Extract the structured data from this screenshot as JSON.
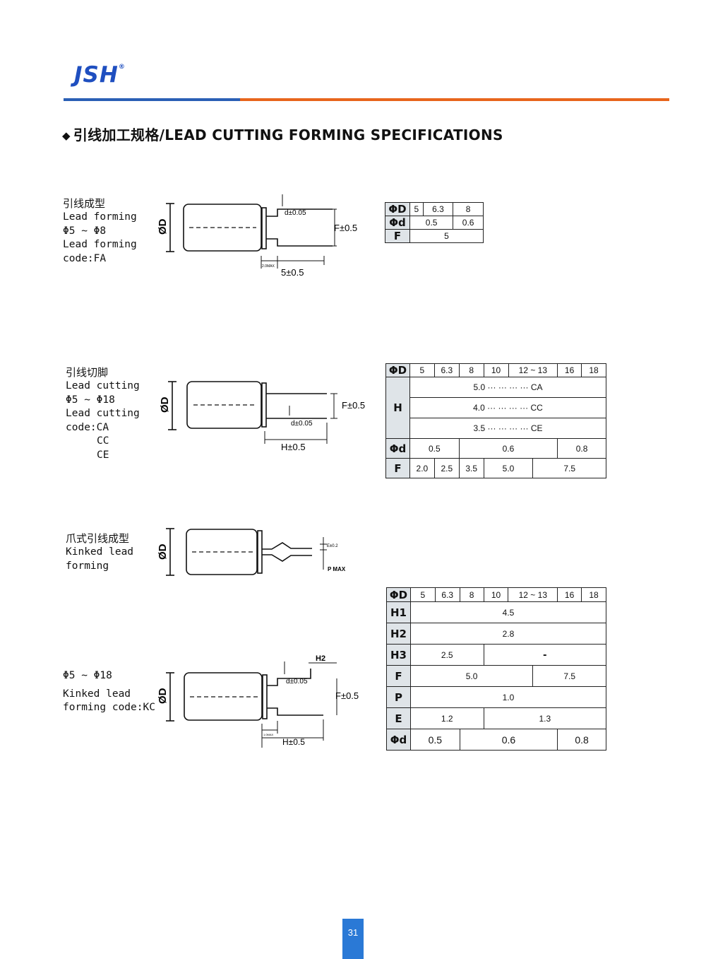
{
  "header": {
    "logo_text": "JSH",
    "logo_mark": "®",
    "title": "引线加工规格/LEAD CUTTING FORMING SPECIFICATIONS",
    "colors": {
      "blue": "#2a5fb5",
      "orange": "#e8651c"
    }
  },
  "section_fa": {
    "lines": [
      "引线成型",
      "Lead forming",
      "Φ5 ~ Φ8",
      "Lead forming",
      "code:FA"
    ],
    "drawing": {
      "diameter": "ØD",
      "wire": "d±0.05",
      "pitch": "F±0.5",
      "bend": "2.0MAX",
      "length": "5±0.5"
    },
    "table": {
      "rows": [
        {
          "label": "ΦD",
          "cells": [
            "5",
            "6.3",
            "8"
          ]
        },
        {
          "label": "Φd",
          "cells": [
            "0.5",
            "0.6"
          ]
        },
        {
          "label": "F",
          "cells": [
            "5"
          ]
        }
      ]
    }
  },
  "section_ca": {
    "lines": [
      "引线切脚",
      "Lead cutting",
      "Φ5 ~ Φ18",
      "Lead cutting",
      "code:CA",
      "CC",
      "CE"
    ],
    "drawing": {
      "diameter": "ØD",
      "wire": "d±0.05",
      "pitch": "F±0.5",
      "length": "H±0.5"
    },
    "table": {
      "hdr_d": "ΦD",
      "sizes": [
        "5",
        "6.3",
        "8",
        "10",
        "12 ~ 13",
        "16",
        "18"
      ],
      "h_label": "H",
      "h_rows": [
        {
          "value": "5.0",
          "dots": "··· ··· ··· ···",
          "code": "CA"
        },
        {
          "value": "4.0",
          "dots": "··· ··· ··· ···",
          "code": "CC"
        },
        {
          "value": "3.5",
          "dots": "··· ··· ··· ···",
          "code": "CE"
        }
      ],
      "wire_label": "Φd",
      "wire": [
        "0.5",
        "0.6",
        "0.8"
      ],
      "f_label": "F",
      "f": [
        "2.0",
        "2.5",
        "3.5",
        "5.0",
        "7.5"
      ]
    }
  },
  "section_kinked": {
    "lines": [
      "爪式引线成型",
      "Kinked lead",
      "forming"
    ],
    "drawing": {
      "diameter": "ØD",
      "e": "E±0.2",
      "p": "P MAX"
    }
  },
  "section_kc": {
    "lines": [
      "Φ5 ~ Φ18",
      "Kinked lead",
      "forming code:KC"
    ],
    "drawing": {
      "diameter": "ØD",
      "wire": "d±0.05",
      "pitch": "F±0.5",
      "h2": "H2",
      "bend": "1.0MAX",
      "length": "H±0.5"
    },
    "table": {
      "hdr_d": "ΦD",
      "sizes": [
        "5",
        "6.3",
        "8",
        "10",
        "12 ~ 13",
        "16",
        "18"
      ],
      "h1_label": "H1",
      "h1": "4.5",
      "h2_label": "H2",
      "h2": "2.8",
      "h3_label": "H3",
      "h3": [
        "2.5",
        "-"
      ],
      "f_label": "F",
      "f": [
        "5.0",
        "7.5"
      ],
      "p_label": "P",
      "p": "1.0",
      "e_label": "E",
      "e": [
        "1.2",
        "1.3"
      ],
      "wire_label": "Φd",
      "wire": [
        "0.5",
        "0.6",
        "0.8"
      ]
    }
  },
  "page_number": "31"
}
